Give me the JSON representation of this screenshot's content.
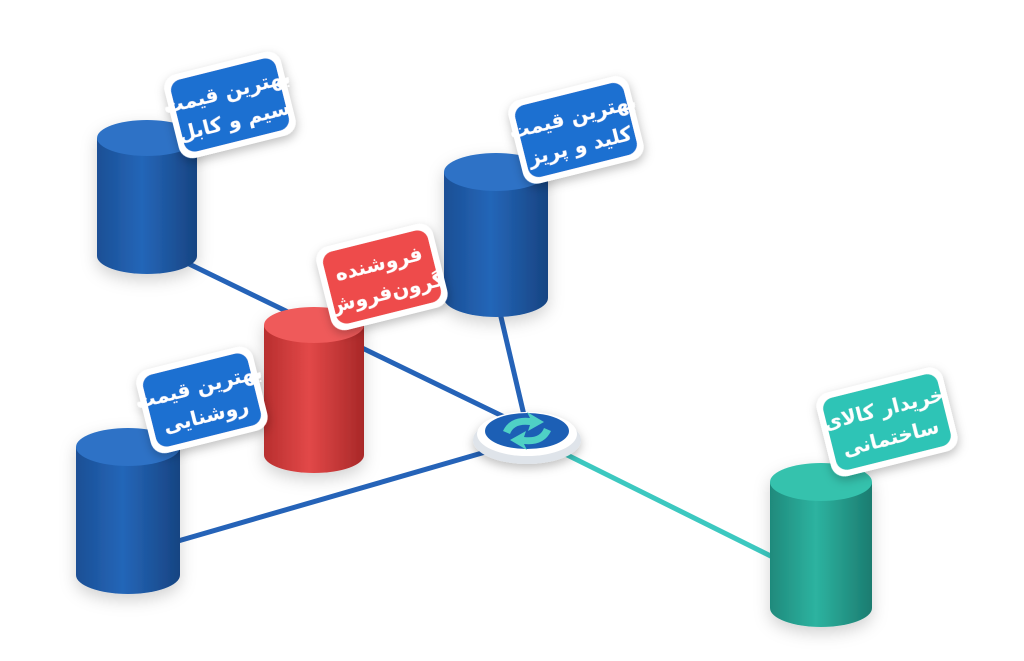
{
  "nodes": {
    "cable": {
      "line1": "بهترین قیمت",
      "line2": "سیم و کابل",
      "color": "#1f6fd1"
    },
    "switch": {
      "line1": "بهترین قیمت",
      "line2": "کلید و پریز",
      "color": "#1f6fd1"
    },
    "lighting": {
      "line1": "بهترین قیمت",
      "line2": "روشنایی",
      "color": "#1f6fd1"
    },
    "seller": {
      "line1": "فروشنده",
      "line2": "گرون‌فروش",
      "color": "#ee4b4b"
    },
    "buyer": {
      "line1": "خریدار کالای",
      "line2": "ساختمانی",
      "color": "#2ec4b6"
    }
  },
  "colors": {
    "blue_cylinder": "#1a5aa8",
    "red_cylinder": "#d63c3c",
    "teal_cylinder": "#2aa593",
    "blue_line": "#2563b8",
    "teal_line": "#3cc8c0",
    "hub": "#1f5fb5"
  }
}
